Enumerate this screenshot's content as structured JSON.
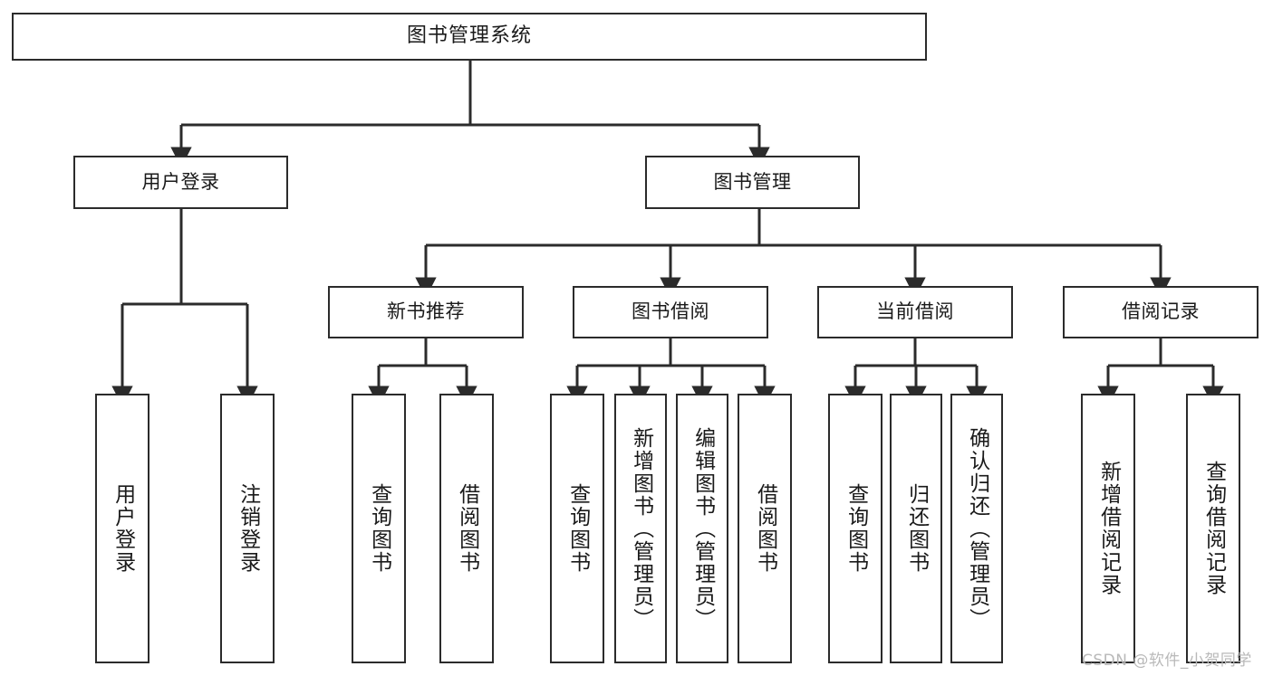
{
  "diagram": {
    "type": "hierarchy-tree",
    "title": "图书管理系统",
    "watermark": "CSDN @软件_小贺同学",
    "colors": {
      "box_border": "#2b2b2b",
      "box_fill": "#ffffff",
      "connector": "#2b2b2b",
      "text": "#1a1a1a",
      "watermark": "#b9b9b9"
    },
    "levels": {
      "root": "图书管理系统",
      "level2": [
        "用户登录",
        "图书管理"
      ],
      "level3": [
        "新书推荐",
        "图书借阅",
        "当前借阅",
        "借阅记录"
      ]
    },
    "nodes": {
      "root": {
        "label": "图书管理系统"
      },
      "user_login": {
        "label": "用户登录"
      },
      "book_manage": {
        "label": "图书管理"
      },
      "new_book_rec": {
        "label": "新书推荐"
      },
      "book_borrow": {
        "label": "图书借阅"
      },
      "current_borrow": {
        "label": "当前借阅"
      },
      "borrow_record": {
        "label": "借阅记录"
      },
      "leaf_user_login": {
        "label": "用户登录"
      },
      "leaf_logout": {
        "label": "注销登录"
      },
      "leaf_query_book_1": {
        "label": "查询图书"
      },
      "leaf_borrow_book_1": {
        "label": "借阅图书"
      },
      "leaf_query_book_2": {
        "label": "查询图书"
      },
      "leaf_add_book": {
        "label": "新增图书（管理员）"
      },
      "leaf_edit_book": {
        "label": "编辑图书（管理员）"
      },
      "leaf_borrow_book_2": {
        "label": "借阅图书"
      },
      "leaf_query_book_3": {
        "label": "查询图书"
      },
      "leaf_return_book": {
        "label": "归还图书"
      },
      "leaf_confirm_return": {
        "label": "确认归还（管理员）"
      },
      "leaf_add_record": {
        "label": "新增借阅记录"
      },
      "leaf_query_record": {
        "label": "查询借阅记录"
      }
    },
    "tree": {
      "label": "图书管理系统",
      "children": [
        {
          "label": "用户登录",
          "children": [
            {
              "label": "用户登录"
            },
            {
              "label": "注销登录"
            }
          ]
        },
        {
          "label": "图书管理",
          "children": [
            {
              "label": "新书推荐",
              "children": [
                {
                  "label": "查询图书"
                },
                {
                  "label": "借阅图书"
                }
              ]
            },
            {
              "label": "图书借阅",
              "children": [
                {
                  "label": "查询图书"
                },
                {
                  "label": "新增图书（管理员）"
                },
                {
                  "label": "编辑图书（管理员）"
                },
                {
                  "label": "借阅图书"
                }
              ]
            },
            {
              "label": "当前借阅",
              "children": [
                {
                  "label": "查询图书"
                },
                {
                  "label": "归还图书"
                },
                {
                  "label": "确认归还（管理员）"
                }
              ]
            },
            {
              "label": "借阅记录",
              "children": [
                {
                  "label": "新增借阅记录"
                },
                {
                  "label": "查询借阅记录"
                }
              ]
            }
          ]
        }
      ]
    }
  }
}
